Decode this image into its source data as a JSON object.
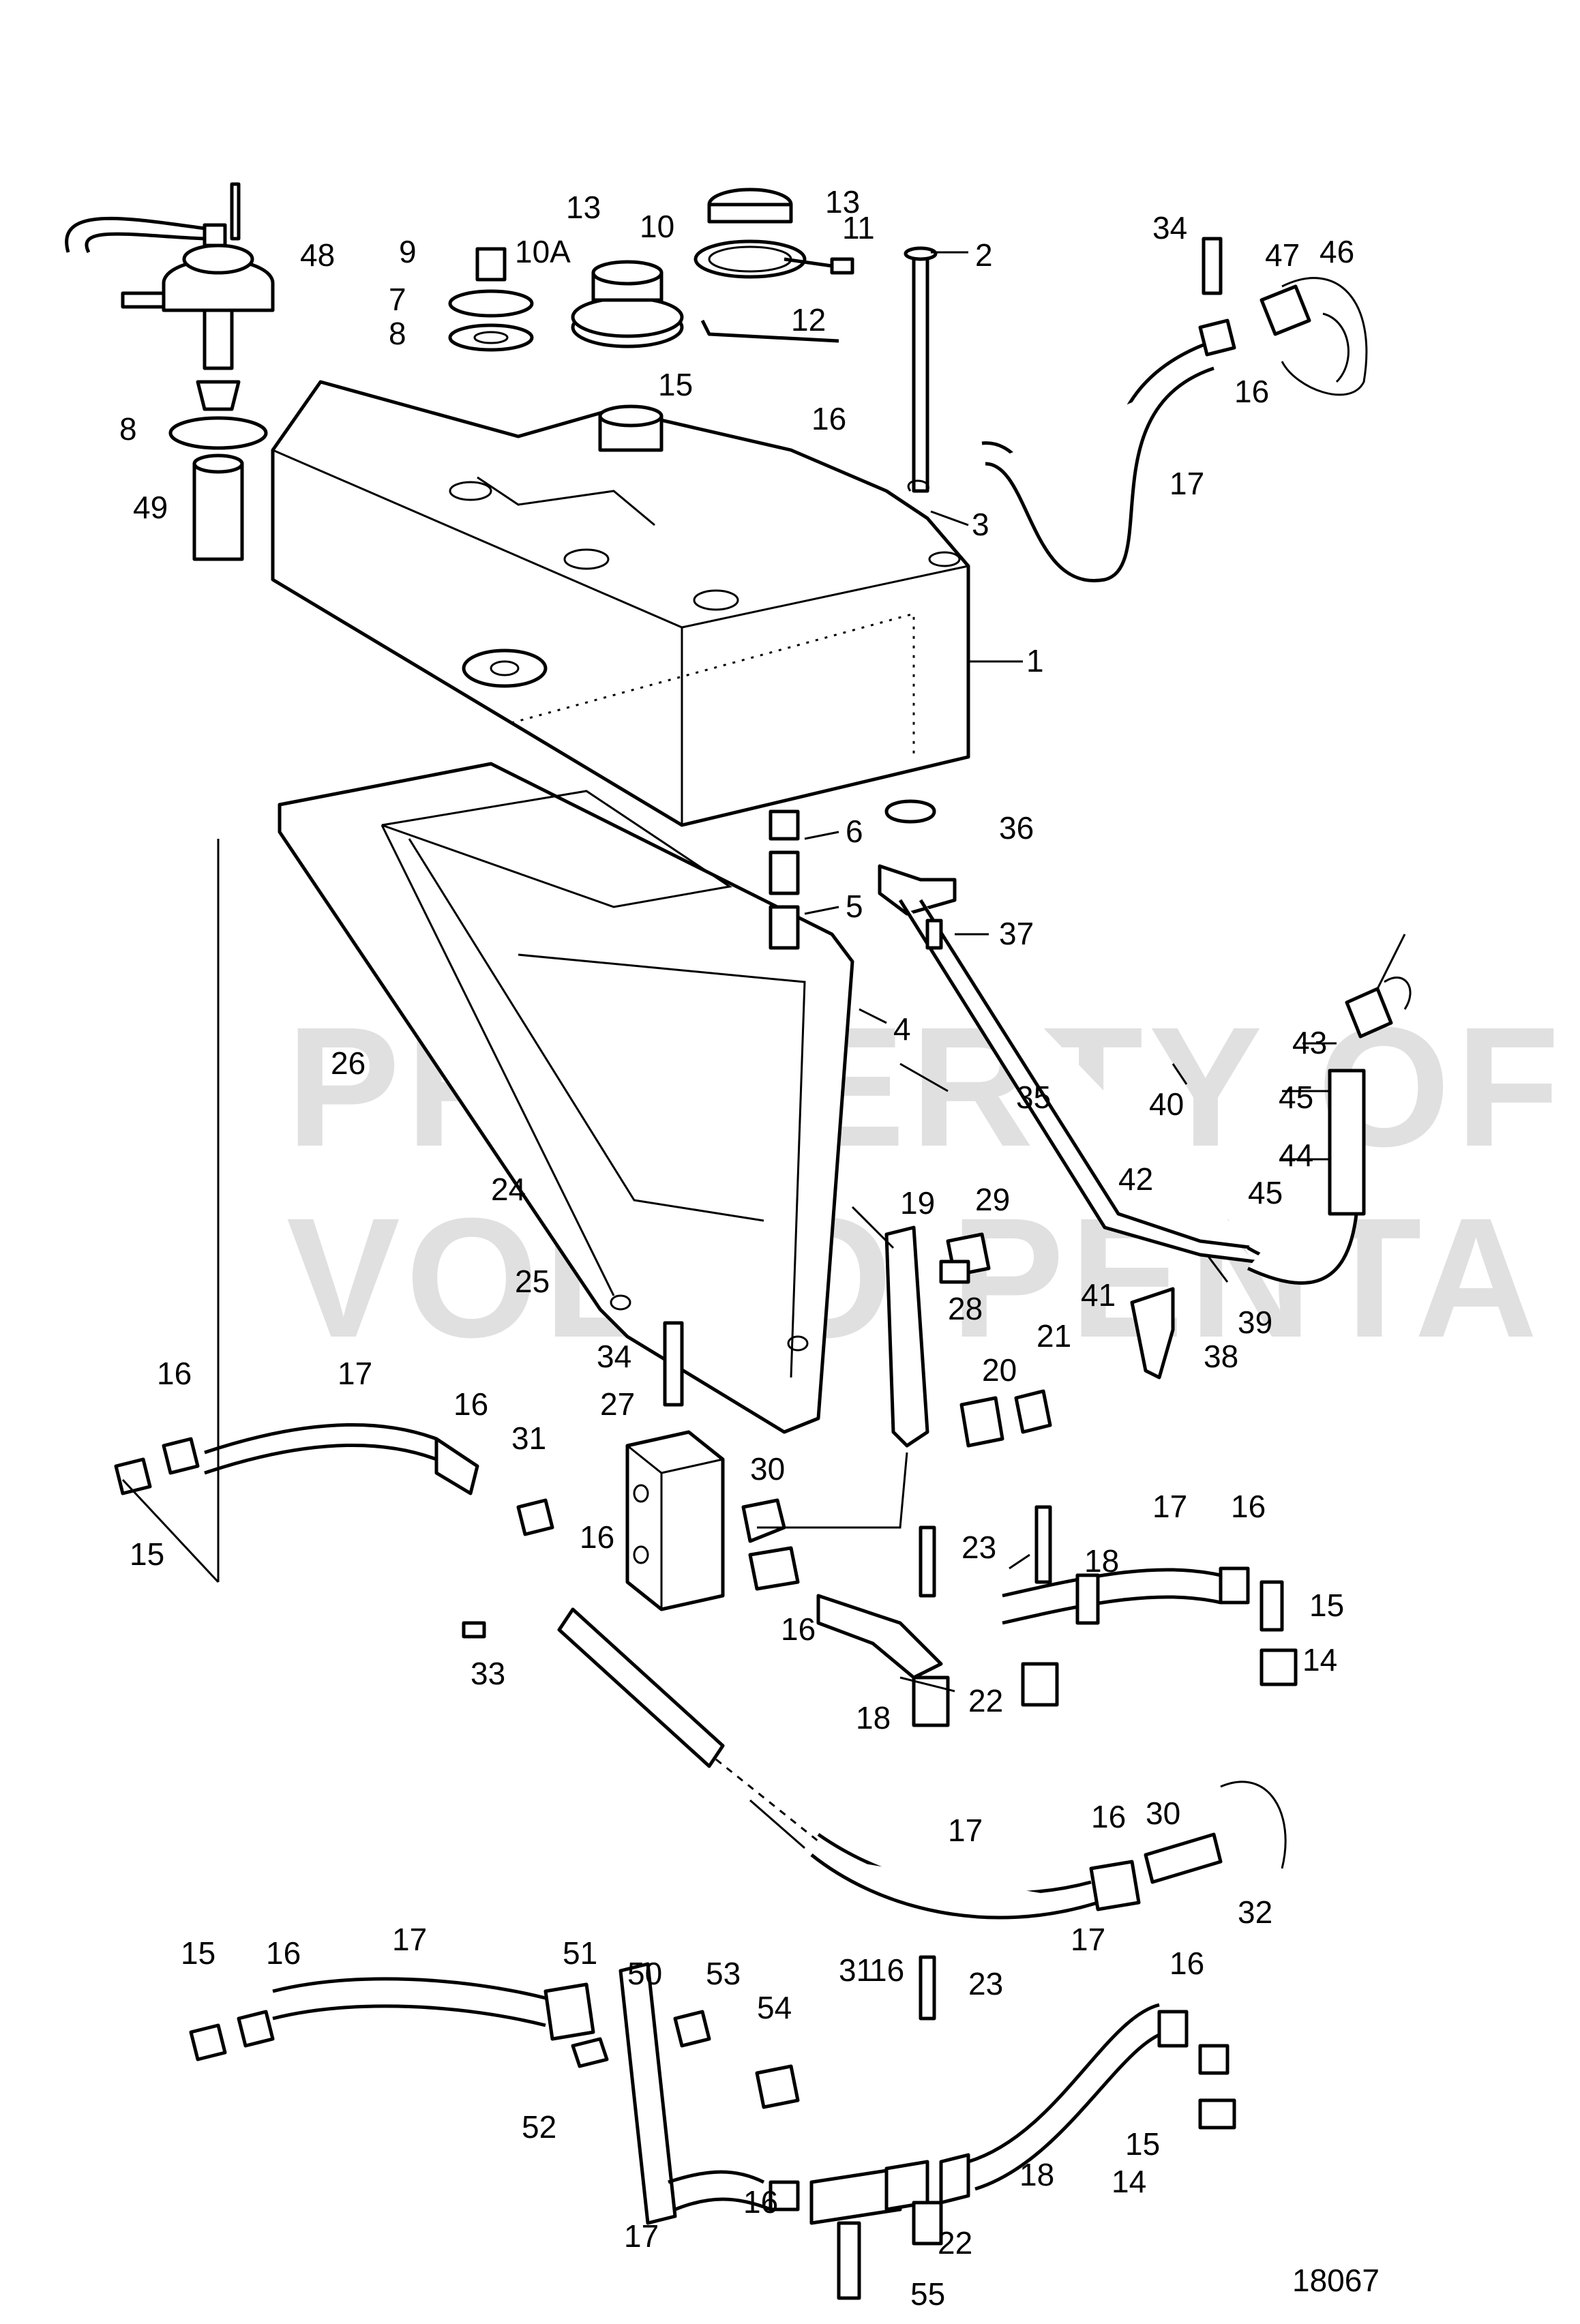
{
  "watermark": {
    "line1": "PROPERTY OF",
    "line2": "VOLVO PENTA"
  },
  "diagram_number": "18067",
  "callouts": {
    "c1": "1",
    "c2": "2",
    "c3": "3",
    "c4": "4",
    "c5": "5",
    "c6": "6",
    "c7": "7",
    "c8": "8",
    "c9": "9",
    "c10": "10",
    "c10a": "10A",
    "c11": "11",
    "c12": "12",
    "c13": "13",
    "c14": "14",
    "c15": "15",
    "c16": "16",
    "c17": "17",
    "c18": "18",
    "c19": "19",
    "c20": "20",
    "c21": "21",
    "c22": "22",
    "c23": "23",
    "c24": "24",
    "c25": "25",
    "c26": "26",
    "c27": "27",
    "c28": "28",
    "c29": "29",
    "c30": "30",
    "c31": "31",
    "c32": "32",
    "c33": "33",
    "c34": "34",
    "c35": "35",
    "c36": "36",
    "c37": "37",
    "c38": "38",
    "c39": "39",
    "c40": "40",
    "c41": "41",
    "c42": "42",
    "c43": "43",
    "c44": "44",
    "c45": "45",
    "c46": "46",
    "c47": "47",
    "c48": "48",
    "c49": "49",
    "c50": "50",
    "c51": "51",
    "c52": "52",
    "c53": "53",
    "c54": "54",
    "c55": "55"
  }
}
